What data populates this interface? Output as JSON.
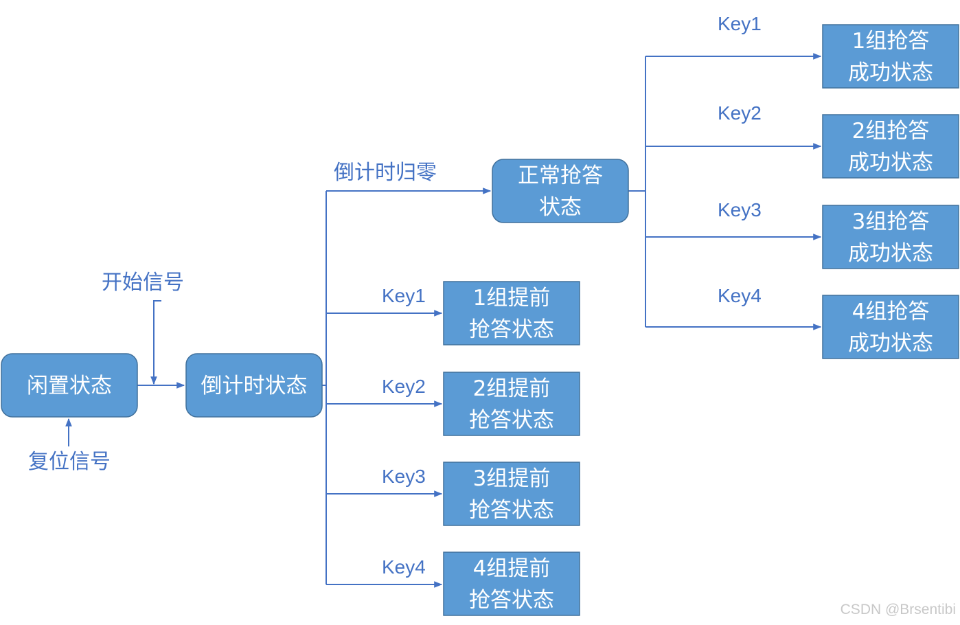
{
  "states": {
    "idle": [
      "闲置状态"
    ],
    "countdown": [
      "倒计时状态"
    ],
    "normal": [
      "正常抢答",
      "状态"
    ],
    "early1": [
      "1组提前",
      "抢答状态"
    ],
    "early2": [
      "2组提前",
      "抢答状态"
    ],
    "early3": [
      "3组提前",
      "抢答状态"
    ],
    "early4": [
      "4组提前",
      "抢答状态"
    ],
    "success1": [
      "1组抢答",
      "成功状态"
    ],
    "success2": [
      "2组抢答",
      "成功状态"
    ],
    "success3": [
      "3组抢答",
      "成功状态"
    ],
    "success4": [
      "4组抢答",
      "成功状态"
    ]
  },
  "labels": {
    "start_signal": "开始信号",
    "reset_signal": "复位信号",
    "countdown_zero": "倒计时归零",
    "key1": "Key1",
    "key2": "Key2",
    "key3": "Key3",
    "key4": "Key4"
  },
  "watermark": "CSDN @Brsentibi",
  "colors": {
    "box_fill": "#5b9bd5",
    "box_border": "#41719c",
    "line": "#4472c4",
    "label": "#4472c4"
  }
}
